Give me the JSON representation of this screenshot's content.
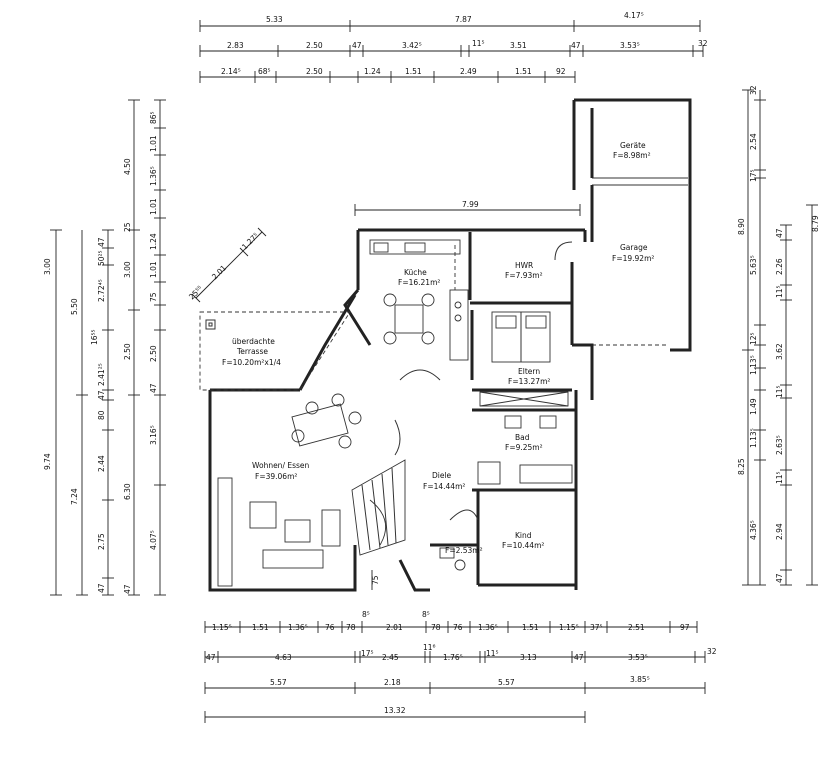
{
  "dims": {
    "top1": [
      "5.33",
      "7.87",
      "4.17⁵"
    ],
    "top2": [
      "2.83",
      "2.50",
      "47",
      "3.42⁵",
      "11⁵",
      "3.51",
      "47",
      "3.53⁵",
      "32"
    ],
    "top3": [
      "2.14⁵",
      "68⁵",
      "2.50",
      "1.24",
      "1.51",
      "2.49",
      "1.51",
      "92"
    ],
    "left_outer": [
      "3.00",
      "5.50",
      "16⁵⁵",
      "9.74",
      "7.24"
    ],
    "left_mid1": [
      "47",
      "50²⁵",
      "2.72⁴⁵",
      "2.41²⁵",
      "47",
      "80",
      "2.44",
      "2.75",
      "47"
    ],
    "left_mid2": [
      "3.00",
      "2.50",
      "6.30"
    ],
    "left_inner": [
      "86⁵",
      "1.01",
      "1.36⁵",
      "1.01",
      "1.24",
      "1.01",
      "75",
      "4.50",
      "25",
      "2.50",
      "47",
      "3.16⁵",
      "4.07⁵"
    ],
    "right1": [
      "32",
      "2.54",
      "17⁵",
      "5.63⁵",
      "12⁵",
      "1.13⁵",
      "1.49",
      "1.13⁵",
      "4.36⁵"
    ],
    "right2": [
      "8.90",
      "8.25",
      "3.62",
      "11⁵",
      "2.63⁵",
      "11⁵",
      "2.94",
      "47"
    ],
    "right3": [
      "8.79",
      "47",
      "2.26",
      "11⁵"
    ],
    "inner_799": "7.99",
    "diag": [
      "2.01",
      "1.27⁵",
      "25⁵⁵"
    ],
    "stair_75": "75",
    "bottom_small": [
      "8⁵",
      "8⁵"
    ],
    "bottom1": [
      "1.15⁵",
      "1.51",
      "1.36⁵",
      "76",
      "78",
      "2.01",
      "78",
      "76",
      "1.36⁵",
      "1.51",
      "1.15⁵",
      "37⁵",
      "2.51",
      "97"
    ],
    "bottom2": [
      "47",
      "4.63",
      "17⁵",
      "2.45",
      "11⁶",
      "1.76⁵",
      "11⁵",
      "3.13",
      "47",
      "3.53⁵",
      "32"
    ],
    "bottom3": [
      "5.57",
      "2.18",
      "5.57",
      "3.85⁵"
    ],
    "bottom4": "13.32"
  },
  "rooms": {
    "geraete": {
      "name": "Geräte",
      "area": "F=8.98m²"
    },
    "garage": {
      "name": "Garage",
      "area": "F=19.92m²"
    },
    "kueche": {
      "name": "Küche",
      "area": "F=16.21m²"
    },
    "hwr": {
      "name": "HWR",
      "area": "F=7.93m²"
    },
    "terrasse": {
      "name1": "überdachte",
      "name2": "Terrasse",
      "area": "F=10.20m²x1/4"
    },
    "eltern": {
      "name": "Eltern",
      "area": "F=13.27m²"
    },
    "bad": {
      "name": "Bad",
      "area": "F=9.25m²"
    },
    "wohnen": {
      "name": "Wohnen/ Essen",
      "area": "F=39.06m²"
    },
    "diele": {
      "name": "Diele",
      "area": "F=14.44m²"
    },
    "wc": {
      "area": "F=2.53m²"
    },
    "kind": {
      "name": "Kind",
      "area": "F=10.44m²"
    }
  }
}
